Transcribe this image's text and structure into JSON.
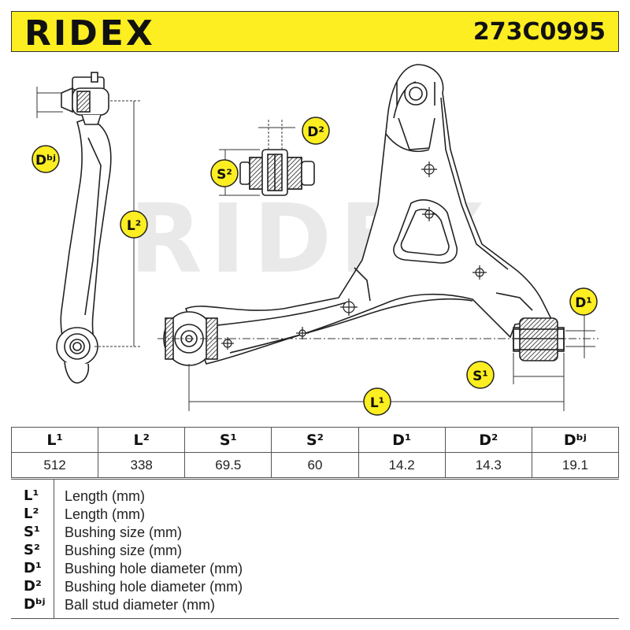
{
  "header": {
    "brand": "RIDEX",
    "part_number": "273C0995"
  },
  "watermark": "RIDEX",
  "accent_color": "#fdee21",
  "dimension_labels": {
    "L1": "L¹",
    "L2": "L²",
    "S1": "S¹",
    "S2": "S²",
    "D1": "D¹",
    "D2": "D²",
    "Dbj": "Dᵇʲ"
  },
  "spec_table": {
    "headers": [
      "L¹",
      "L²",
      "S¹",
      "S²",
      "D¹",
      "D²",
      "Dᵇʲ"
    ],
    "values": [
      "512",
      "338",
      "69.5",
      "60",
      "14.2",
      "14.3",
      "19.1"
    ]
  },
  "legend": [
    {
      "key": "L¹",
      "description": "Length (mm)"
    },
    {
      "key": "L²",
      "description": "Length (mm)"
    },
    {
      "key": "S¹",
      "description": "Bushing size (mm)"
    },
    {
      "key": "S²",
      "description": "Bushing size (mm)"
    },
    {
      "key": "D¹",
      "description": "Bushing hole diameter (mm)"
    },
    {
      "key": "D²",
      "description": "Bushing hole diameter (mm)"
    },
    {
      "key": "Dᵇʲ",
      "description": "Ball stud diameter (mm)"
    }
  ]
}
